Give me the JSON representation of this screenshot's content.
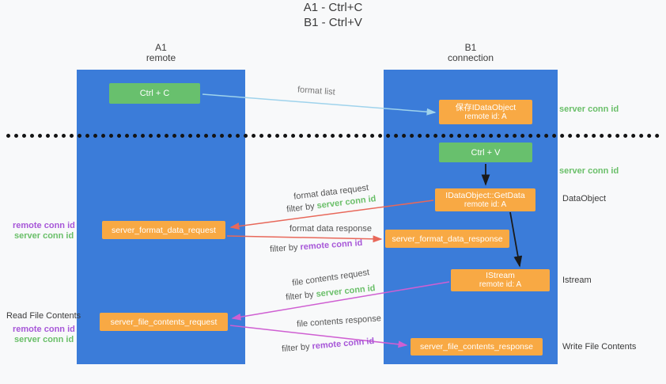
{
  "title": {
    "line1": "A1 - Ctrl+C",
    "line2": "B1 - Ctrl+V"
  },
  "lanes": {
    "left": {
      "name": "A1",
      "subtitle": "remote"
    },
    "right": {
      "name": "B1",
      "subtitle": "connection"
    }
  },
  "nodes": {
    "ctrl_c": {
      "label": "Ctrl + C"
    },
    "ctrl_v": {
      "label": "Ctrl + V"
    },
    "save_idataobject": {
      "line1": "保存IDataObject",
      "line2": "remote id: A"
    },
    "getdata": {
      "line1": "IDataObject::GetData",
      "line2": "remote id: A"
    },
    "istream": {
      "line1": "IStream",
      "line2": "remote id: A"
    },
    "format_request": {
      "label": "server_format_data_request"
    },
    "format_response": {
      "label": "server_format_data_response"
    },
    "file_request": {
      "label": "server_file_contents_request"
    },
    "file_response": {
      "label": "server_file_contents_response"
    }
  },
  "annotations": {
    "format_list": "format list",
    "server_conn_id": "server conn id",
    "remote_conn_id": "remote conn id",
    "filter_by": "filter by",
    "dataobject": "DataObject",
    "istream": "Istream",
    "read_file_contents": "Read File Contents",
    "write_file_contents": "Write File Contents",
    "format_data_request": "format data request",
    "format_data_response": "format data response",
    "file_contents_request": "file contents request",
    "file_contents_response": "file contents response"
  },
  "colors": {
    "lane_blue": "#3b7cd9",
    "node_green": "#68c06d",
    "node_orange": "#f8a944",
    "green_text": "#6abf69",
    "purple_text": "#a757d8",
    "red_arrow": "#e8685a",
    "magenta_arrow": "#cf5fd2",
    "blue_arrow": "#9fd3ec",
    "black_arrow": "#1a1a1a"
  }
}
